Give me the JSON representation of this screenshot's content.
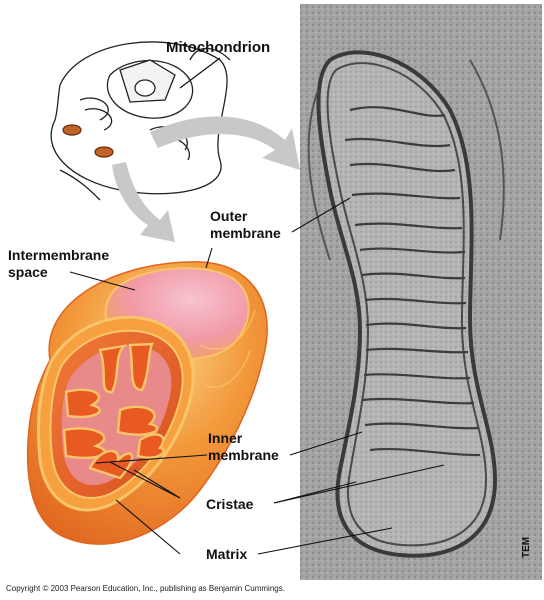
{
  "labels": {
    "mitochondrion": "Mitochondrion",
    "outer_membrane_1": "Outer",
    "outer_membrane_2": "membrane",
    "intermembrane_1": "Intermembrane",
    "intermembrane_2": "space",
    "inner_membrane_1": "Inner",
    "inner_membrane_2": "membrane",
    "cristae": "Cristae",
    "matrix": "Matrix"
  },
  "micrograph_tag": "TEM",
  "copyright": "Copyright © 2003 Pearson Education, Inc., publishing as Benjamin Cummings.",
  "colors": {
    "mito_outer": "#f07a2a",
    "mito_light": "#f9c56a",
    "mito_inner": "#e85a22",
    "matrix_pink": "#e88a8a",
    "arrow_gray": "#c8c8c8",
    "em_background": "#9a9a9a"
  }
}
